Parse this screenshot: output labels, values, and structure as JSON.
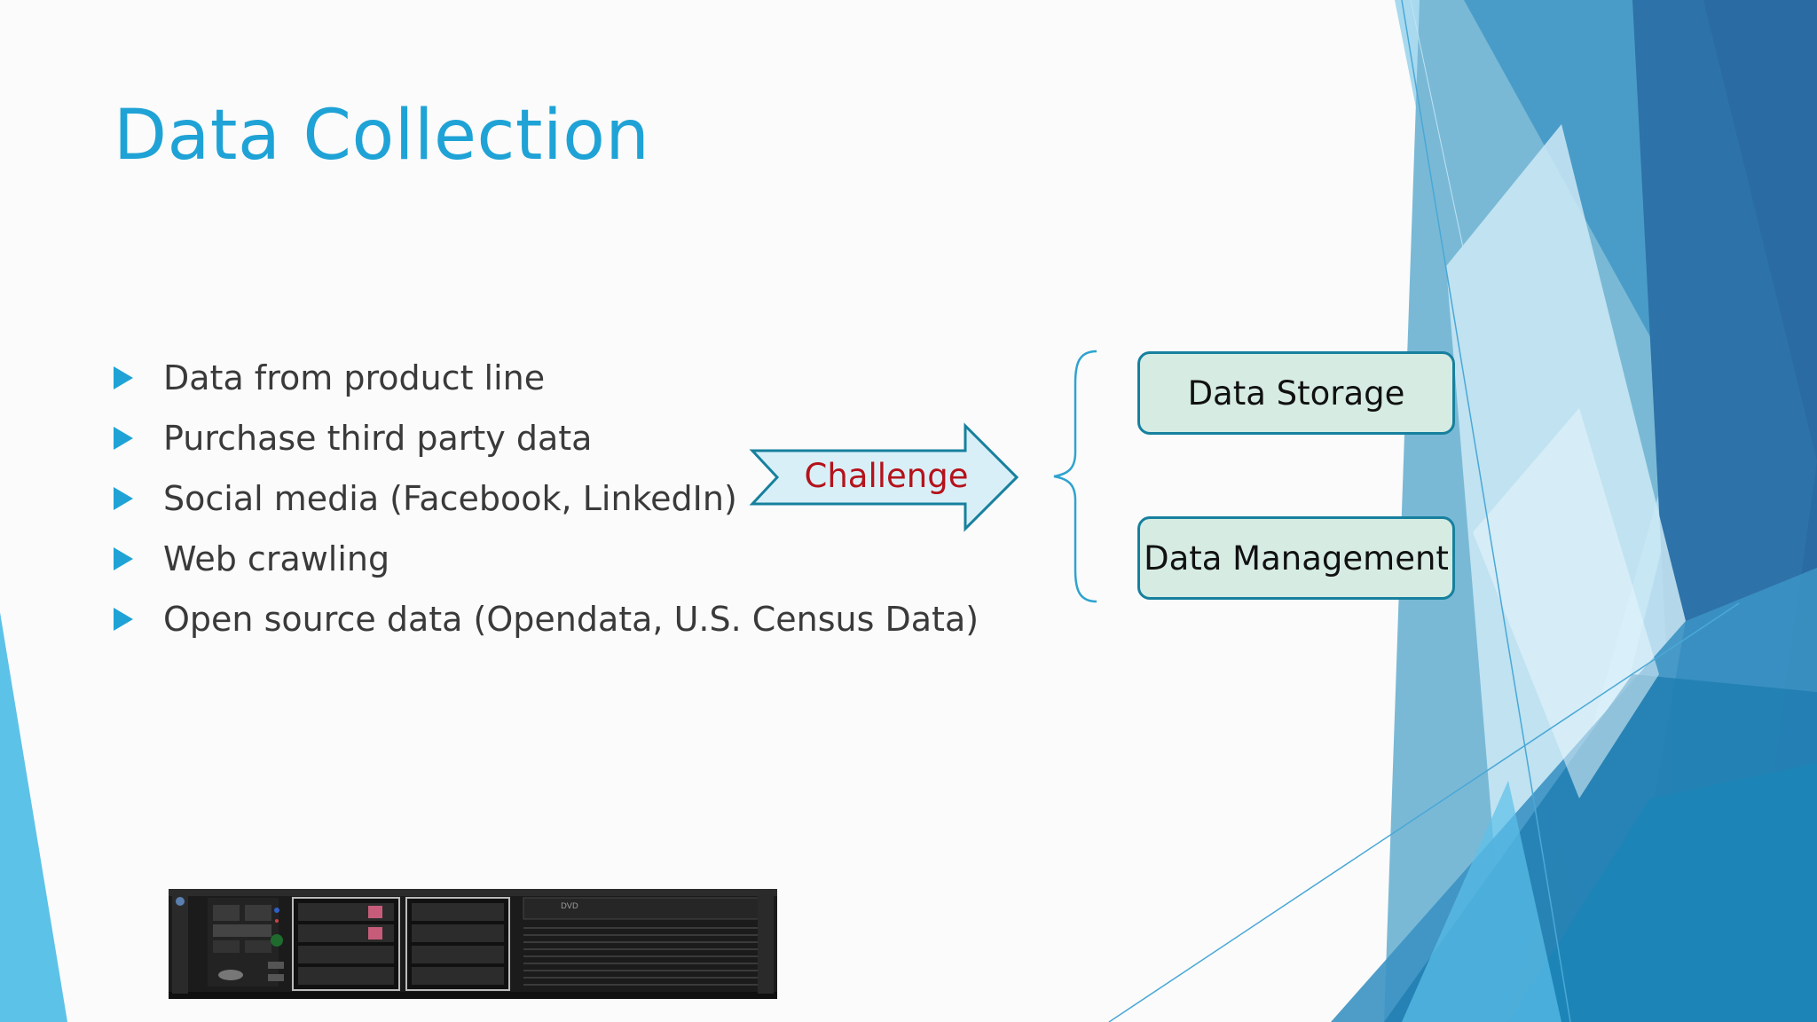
{
  "slide": {
    "title": "Data Collection",
    "bullets": [
      {
        "text": "Data from product line"
      },
      {
        "text": "Purchase third party data"
      },
      {
        "text": "Social media (Facebook, LinkedIn)"
      },
      {
        "text": "Web crawling"
      },
      {
        "text": "Open source data (Opendata, U.S. Census Data)"
      }
    ],
    "arrow_label": "Challenge",
    "boxes": {
      "storage": "Data Storage",
      "management": "Data Management"
    },
    "server_image": {
      "icon": "rack-server-image",
      "drive_label": "DVD"
    }
  },
  "colors": {
    "title": "#1fa3d6",
    "bullet_marker": "#1fa3d6",
    "body_text": "#3a3a3a",
    "challenge_text": "#b5121b",
    "arrow_fill": "#d9eff7",
    "arrow_stroke": "#17809e",
    "box_fill": "#d6ece3",
    "box_border": "#17809e"
  }
}
